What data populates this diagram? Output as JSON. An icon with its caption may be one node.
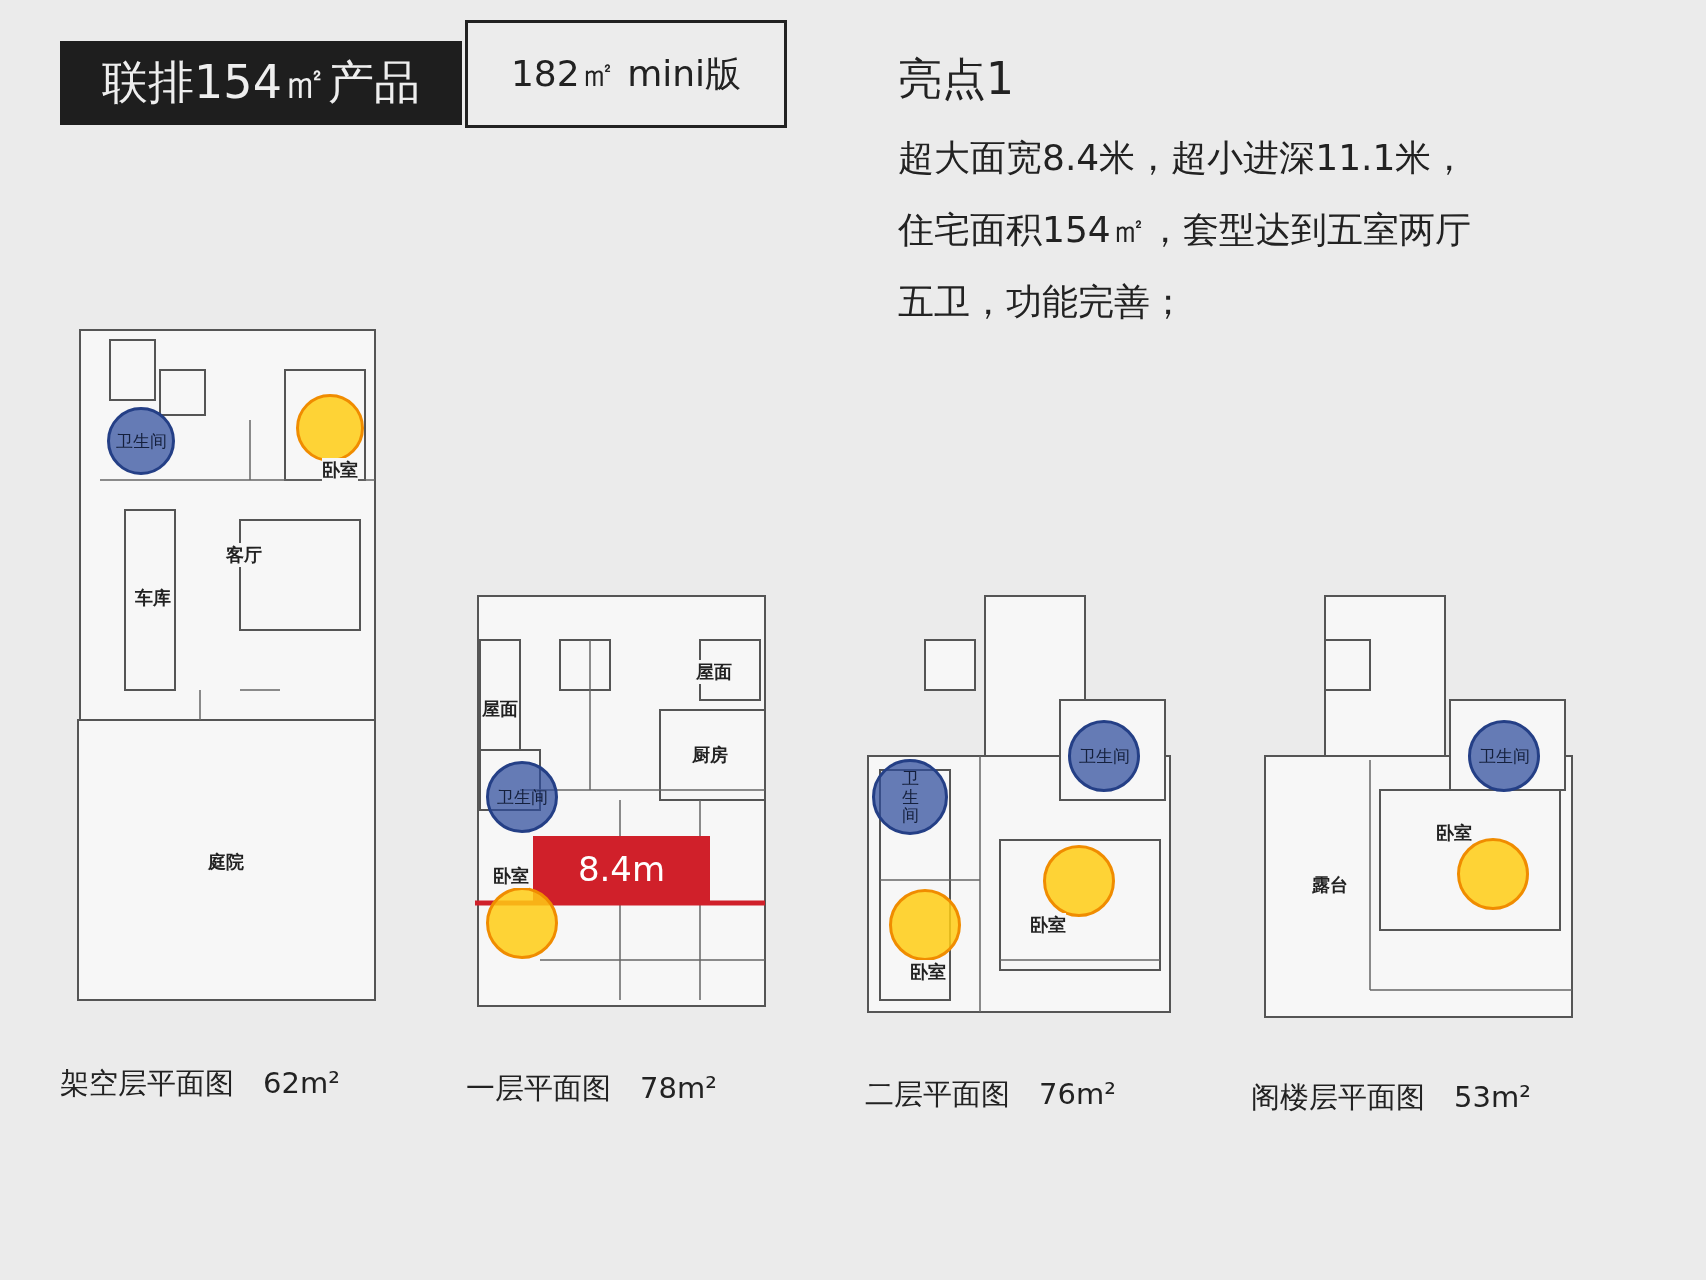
{
  "diagram": {
    "nodes": [
      {
        "text": [
          "联排154㎡产品"
        ]
      },
      {
        "text": [
          "182㎡ mini版"
        ]
      },
      {
        "text": [
          "卫生间"
        ]
      },
      {
        "text": [],
        "shape": "circle"
      },
      {
        "text": [
          "卫生间"
        ]
      },
      {
        "text": [
          "8.4m"
        ]
      },
      {
        "text": [],
        "shape": "circle"
      },
      {
        "text": [
          "卫生间"
        ]
      },
      {
        "text": [
          "卫生间"
        ]
      },
      {
        "text": [],
        "shape": "circle"
      },
      {
        "text": [],
        "shape": "circle"
      },
      {
        "text": [
          "卫生间"
        ]
      },
      {
        "text": [],
        "shape": "circle"
      }
    ],
    "labels": [
      "亮点1",
      "超大面宽8.4米，超小进深11.1米，住宅面积154㎡，套型达到五室两厅五卫，功能完善；",
      "卧室",
      "客厅",
      "车库",
      "庭院",
      "屋面",
      "屋面",
      "厨房",
      "卧室",
      "卧室",
      "卧室",
      "卧室",
      "露台",
      "架空层平面图　62m²",
      "一层平面图　78m²",
      "二层平面图　76m²",
      "阁楼层平面图　53m²"
    ]
  }
}
